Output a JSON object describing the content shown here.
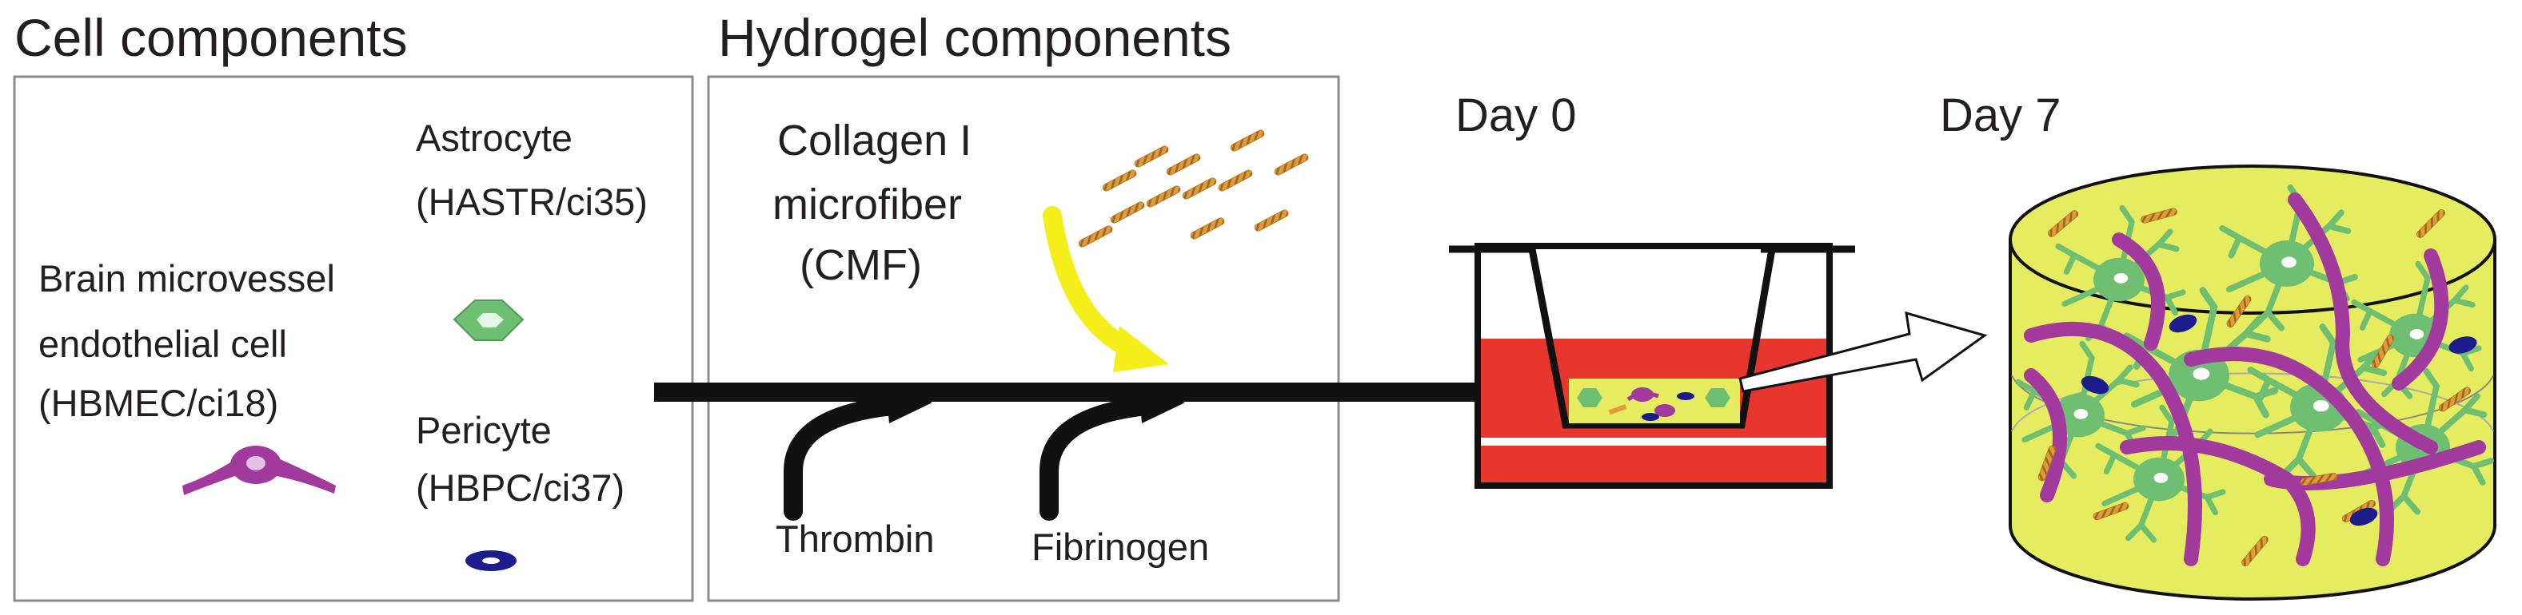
{
  "cell_section": {
    "title": "Cell components",
    "endothelial": [
      "Brain microvessel",
      "endothelial cell",
      "(HBMEC/ci18)"
    ],
    "astrocyte": [
      "Astrocyte",
      "(HASTR/ci35)"
    ],
    "pericyte": [
      "Pericyte",
      "(HBPC/ci37)"
    ]
  },
  "hydrogel_section": {
    "title": "Hydrogel components",
    "cmf": [
      "Collagen I",
      "microfiber",
      "(CMF)"
    ],
    "thrombin": "Thrombin",
    "fibrinogen": "Fibrinogen"
  },
  "timeline": {
    "day0": "Day 0",
    "day7": "Day 7"
  },
  "colors": {
    "endothelial_magenta": "#a23a9e",
    "astrocyte_green": "#6fbf73",
    "pericyte_blue": "#1c1c8c",
    "collagen_orange": "#e59a3a",
    "arrow_yellow": "#f5ee1a",
    "medium_red": "#e8352e",
    "gel_yellow": "#e5ec60"
  }
}
